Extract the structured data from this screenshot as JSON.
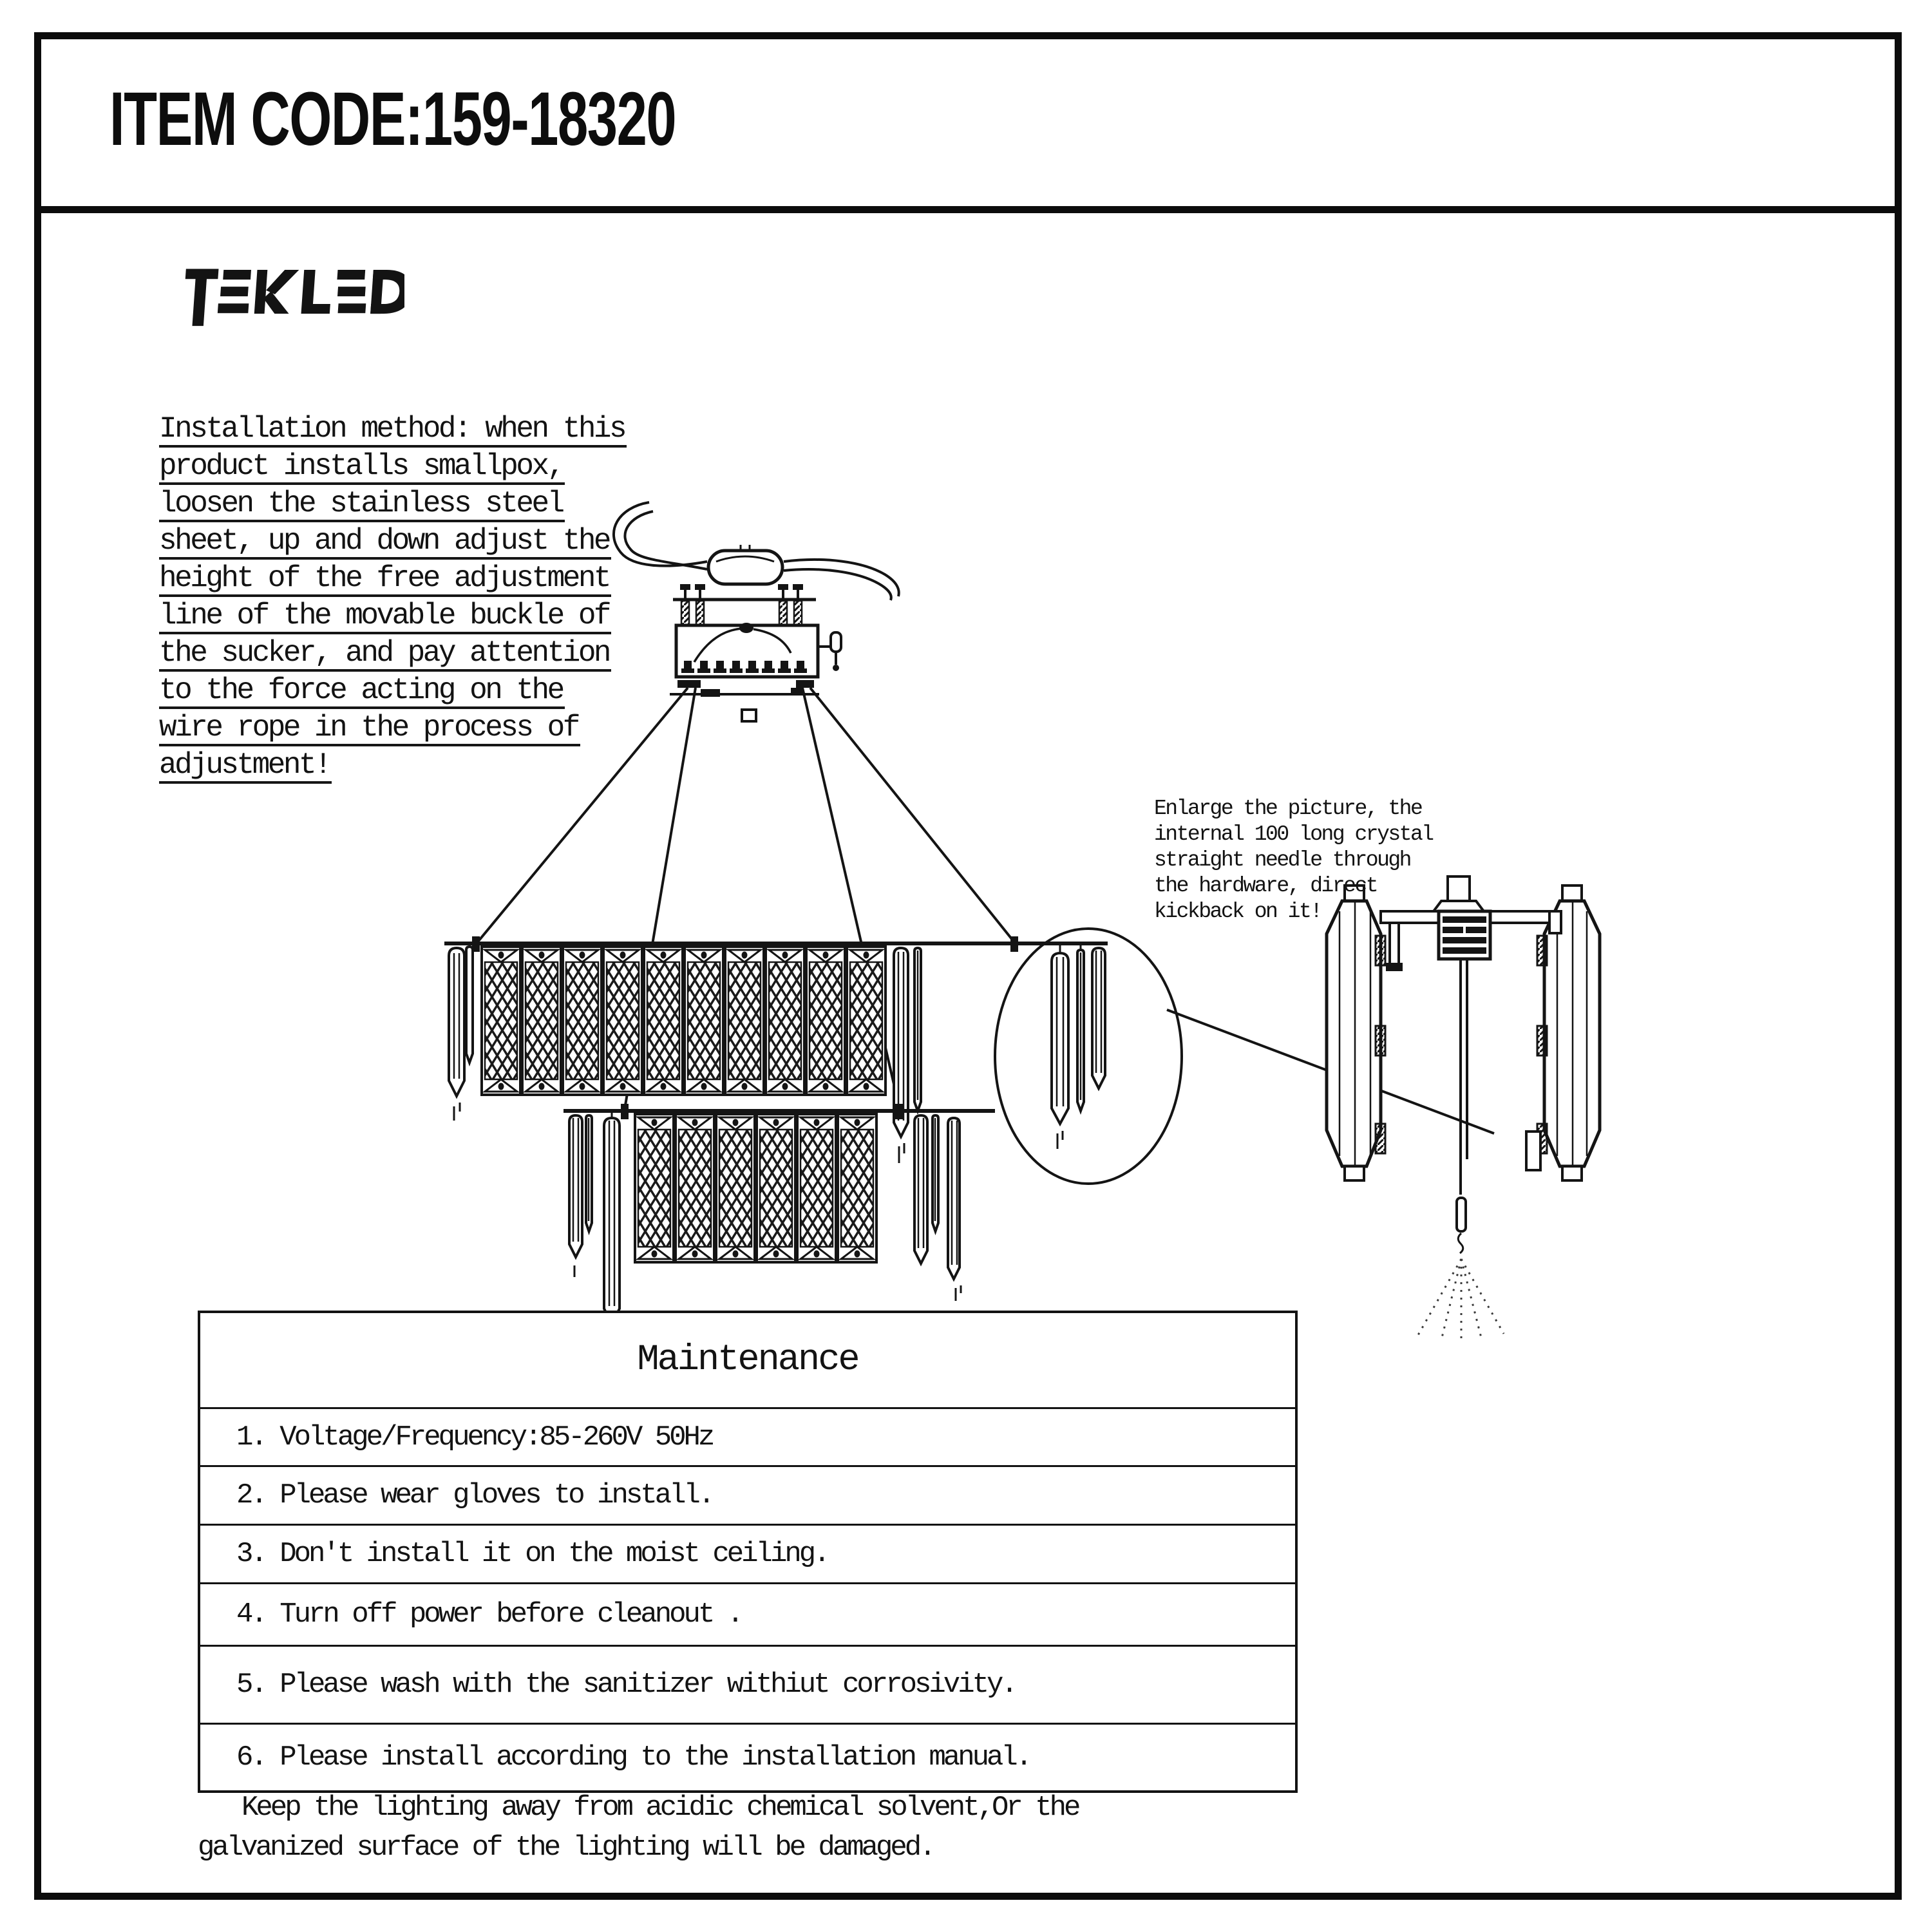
{
  "header": {
    "item_code": "ITEM CODE:159-18320"
  },
  "brand": {
    "name": "TEKLED"
  },
  "installation_note": {
    "lines": [
      "Installation method: when this",
      "product installs smallpox,",
      "loosen the stainless steel",
      "sheet, up and down adjust the",
      "height of the free adjustment",
      "line of the movable buckle of",
      "the sucker, and pay attention",
      "to the force acting on the",
      "wire rope in the process of",
      "adjustment!"
    ]
  },
  "enlarge_note": {
    "lines": [
      "Enlarge the picture, the",
      "internal 100 long crystal",
      "straight needle through",
      "the hardware, direct",
      "kickback on it!"
    ]
  },
  "maintenance": {
    "title": "Maintenance",
    "rows": [
      "1. Voltage/Frequency:85-260V 50Hz",
      "2. Please wear gloves to install.",
      "3. Don't install it on the moist ceiling.",
      "4. Turn off power before cleanout .",
      "5. Please wash with the sanitizer withiut corrosivity.",
      "6. Please install according to the installation manual."
    ]
  },
  "footer_note": {
    "lines": [
      "Keep the lighting away from acidic chemical solvent,Or the",
      "galvanized surface of the lighting will be damaged."
    ]
  },
  "colors": {
    "ink": "#131313",
    "paper": "#ffffff"
  }
}
